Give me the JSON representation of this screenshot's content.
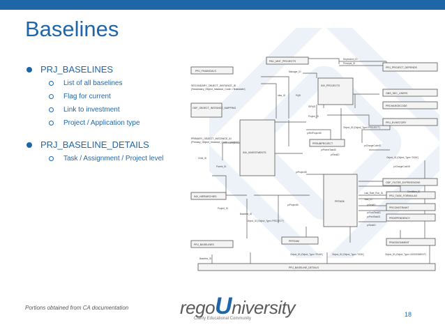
{
  "slide": {
    "title": "Baselines",
    "bullets": [
      {
        "label": "PRJ_BASELINES",
        "subs": [
          "List of all baselines",
          "Flag for current",
          "Link to investment",
          "Project / Application type"
        ]
      },
      {
        "label": "PRJ_BASELINE_DETAILS",
        "subs": [
          "Task / Assignment / Project level"
        ]
      }
    ],
    "footer": "Portions obtained from CA documentation",
    "page_number": "18",
    "logo": {
      "part1": "rego",
      "part2": "U",
      "part3": "niversity",
      "tagline": "Clarity Educational Community"
    },
    "colors": {
      "accent": "#1f66a8",
      "text_gray": "#555555"
    }
  },
  "diagram": {
    "tables": {
      "pac": "PAC_MNT_PROJECTS",
      "prj_depends": "PRJ_PROJECT_DEPENDS",
      "prj_financials": "PRJ_FINANCIALS",
      "inv_projects": "INV_PROJECTS",
      "obs_sec": "OBS_SEC_USERS",
      "secondary": "SECONDARY_OBJECT_INSTANCE_ID",
      "odf_mapping": "ODF_OBJECT_INSTANCE_MAPPING",
      "prchargecode": "PRCHARGECODE",
      "prj_evhistory": "PRJ_EVHISTORY",
      "primary": "PRIMARY_OBJECT_INSTANCE_ID",
      "inv_investments": "INV_INVESTMENTS",
      "prsubproject": "PRSUBPROJECT",
      "inv_hierarchies": "INV_HIERARCHIES",
      "odf_filter": "ODF_FILTER_EXPRESSIONS",
      "prj_task_formulas": "PRJ_TASK_FORMULAS",
      "prtask": "PRTASK",
      "prconstraint": "PRCONSTRAINT",
      "prdependency": "PRDEPENDENCY",
      "prj_baselines": "PRJ_BASELINES",
      "prteam": "PRTEAM",
      "prassignment": "PRASSIGNMENT",
      "prj_baseline_details": "PRJ_BASELINE_DETAILS"
    },
    "labels": {
      "dependent_id": "Dependent_ID",
      "principal_id": "Principal_ID",
      "manager_id": "Manager_ID",
      "idea_id": "Idea_ID",
      "prj_id": "PrjID",
      "id_prj": "IDPrjID",
      "project_id": "Project_ID",
      "object_id_project": "Object_ID (Object_Type='PROJECT')",
      "prrefproject": "prRefProjectID",
      "prparent": "prParentTaskID",
      "prtask_id": "prTaskID",
      "prchargecode_id": "prChargeCodeID",
      "object_id_task": "Object_ID (Object_Type='TASK')",
      "prchargecode_id2": "prChargeCodeID",
      "child_id": "Child_ID",
      "parent_id": "Parent_ID",
      "prproject_id": "prProjectID",
      "last_rate": "Last_Rate_Run_ID",
      "task_id": "Task_ID",
      "condition_id": "Condition_ID",
      "prtask_id2": "prTaskID",
      "prsucc": "prSuccTaskID",
      "prpred": "prPredTaskID",
      "prtask_id3": "prTaskID",
      "project_id2": "Project_ID",
      "prproject_id2": "prProjectID",
      "baseline_id": "Baseline_ID",
      "object_id_team": "Object_ID (Object_Type='TEAM')",
      "object_id_task2": "Object_ID (Object_Type='TASK')",
      "object_id_assign": "Object_ID (Object_Type='ASSIGNMENT')",
      "baseline_id2": "Baseline_ID",
      "object_id_project2": "Object_ID (Object_Type='PROJECT')",
      "primary_desc": "(Primary_Object_Instance_Code ='project')",
      "secondary_desc": "(Secondary_Object_Instance_Code ='financials')"
    }
  }
}
